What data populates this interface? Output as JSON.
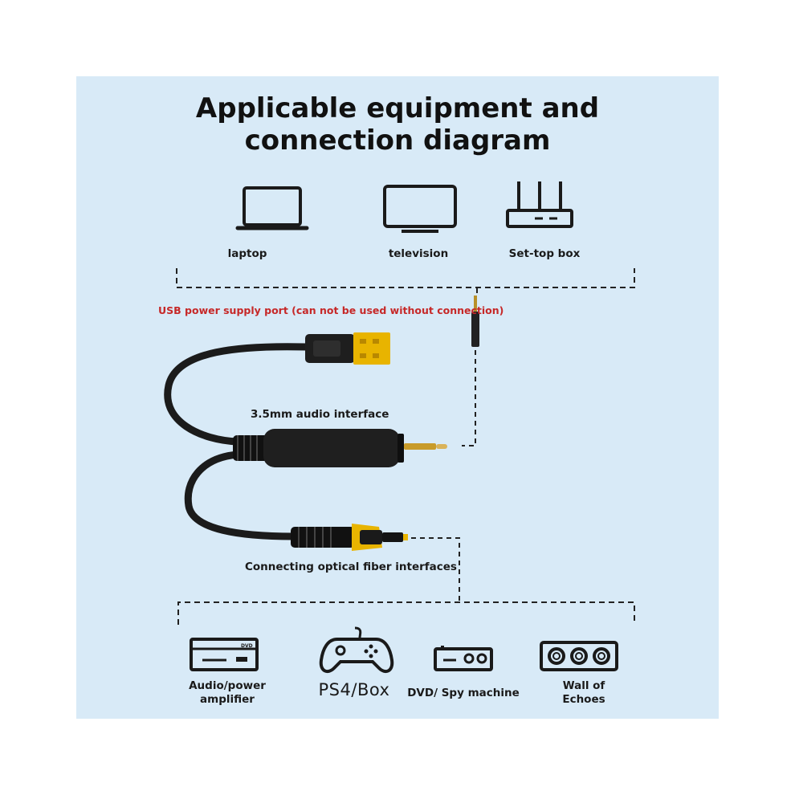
{
  "title_line1": "Applicable equipment and",
  "title_line2": "connection diagram",
  "top_devices": [
    {
      "label": "laptop",
      "icon": "laptop-icon"
    },
    {
      "label": "television",
      "icon": "television-icon"
    },
    {
      "label": "Set-top box",
      "icon": "router-box-icon"
    }
  ],
  "labels": {
    "usb_port": "USB power supply port (can not be used without connection)",
    "audio_interface": "3.5mm audio interface",
    "optical_interface": "Connecting optical fiber interfaces"
  },
  "bottom_devices": [
    {
      "line1": "Audio/power",
      "line2": "amplifier",
      "icon": "amplifier-icon"
    },
    {
      "line1": "PS4/Box",
      "line2": "",
      "icon": "gamepad-icon"
    },
    {
      "line1": "DVD/ Spy machine",
      "line2": "",
      "icon": "dvd-player-icon"
    },
    {
      "line1": "Wall of",
      "line2": "Echoes",
      "icon": "speaker-wall-icon"
    }
  ],
  "icon_text": {
    "dvd_tag": "DVD"
  },
  "colors": {
    "panel": "#d8eaf7",
    "accent_red": "#c62828",
    "plug_gold": "#e8b400",
    "cable": "#1b1b1b"
  }
}
